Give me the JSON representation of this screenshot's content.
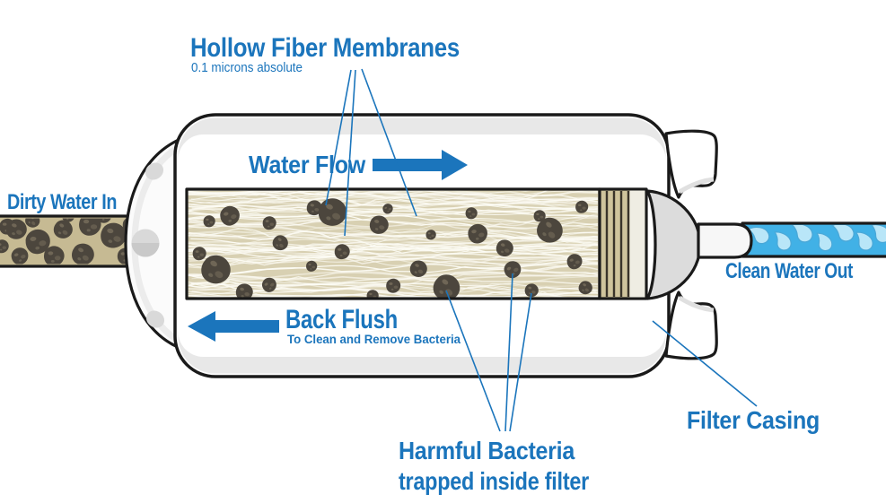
{
  "diagram": {
    "title": {
      "text": "Hollow Fiber Membranes",
      "subtitle": "0.1 microns absolute"
    },
    "flow": {
      "water_flow": "Water Flow",
      "back_flush": "Back Flush",
      "back_flush_note": "To Clean and Remove Bacteria"
    },
    "io": {
      "dirty_in": "Dirty Water In",
      "clean_out": "Clean Water Out"
    },
    "annotations": {
      "harmful_line1": "Harmful Bacteria",
      "harmful_line2": "trapped inside filter",
      "filter_casing": "Filter Casing"
    },
    "colors": {
      "accent_blue": "#1b75bc",
      "clean_pipe_blue": "#41b1e6",
      "droplet_blue": "#b9e6f8",
      "membrane_tan": "#d8d0b2",
      "ring_tan": "#cfc49c",
      "dirty_pipe_tan": "#c6ba93",
      "bacteria_dark": "#4c463d",
      "casing_white": "#ffffff",
      "casing_gray": "#e8e8e8",
      "outline_black": "#1a1a1a"
    }
  }
}
